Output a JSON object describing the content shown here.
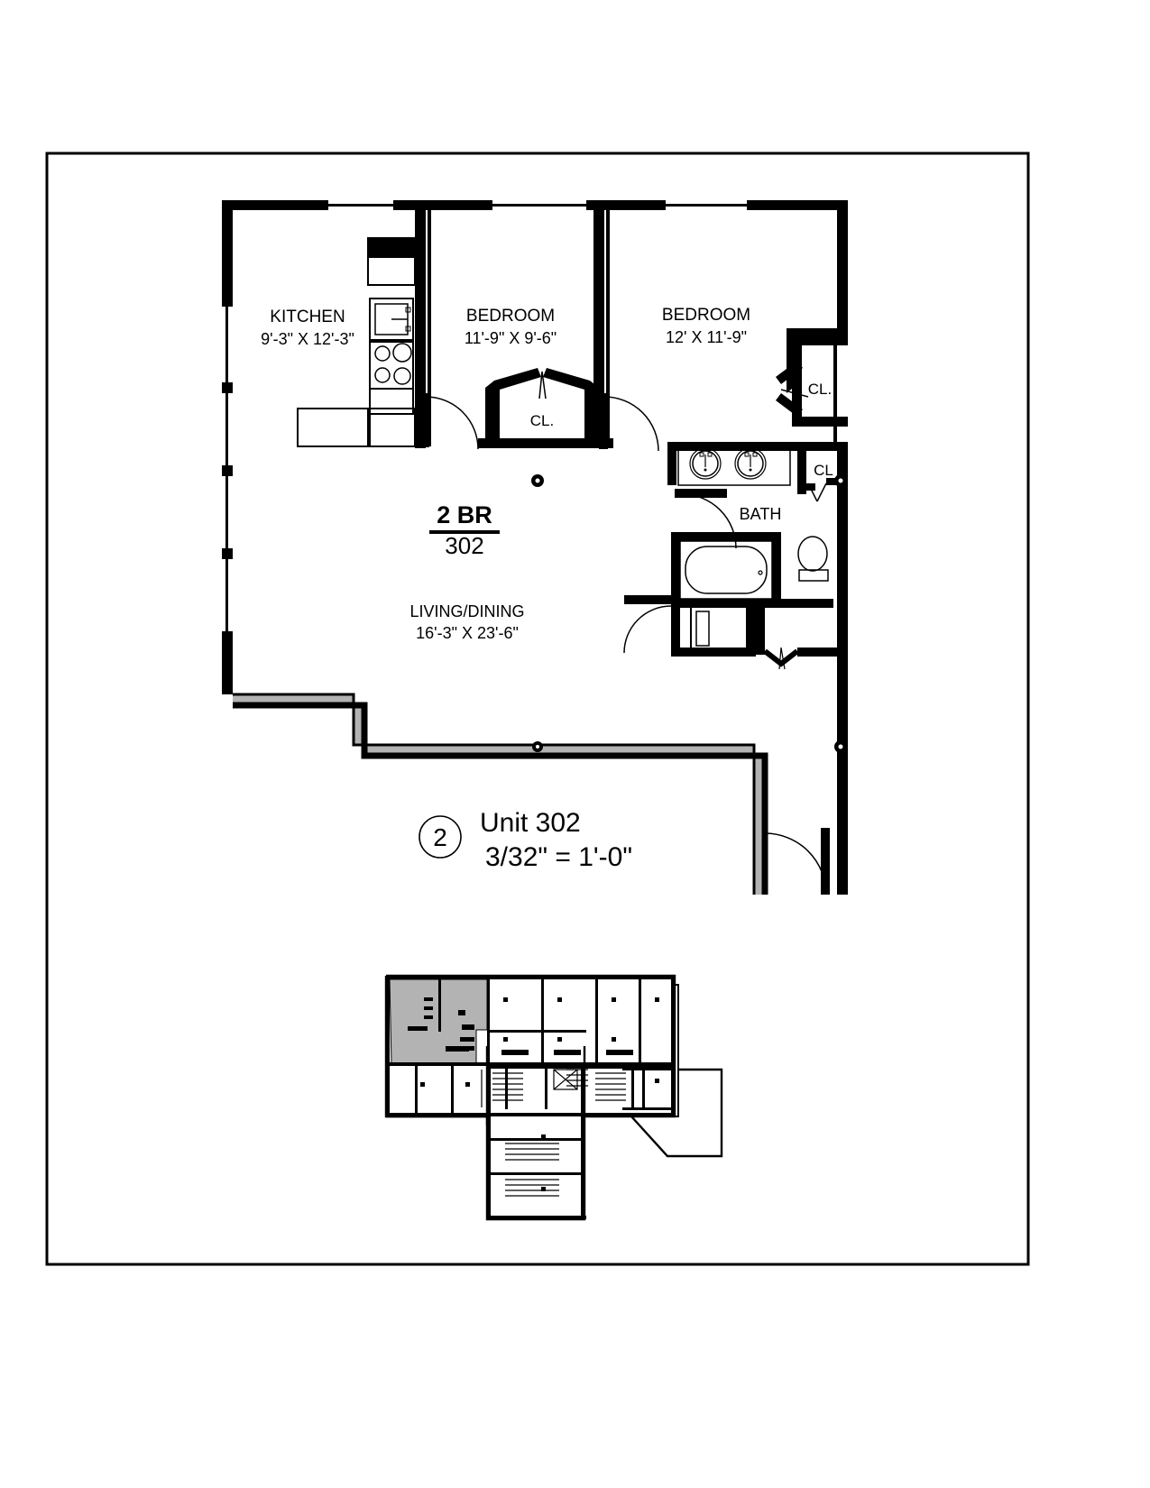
{
  "sheet": {
    "background": "#ffffff",
    "line_color": "#000000",
    "shaded_wall_color": "#b3b3b3"
  },
  "title_block": {
    "detail_number": "2",
    "title": "Unit 302",
    "scale": "3/32\" = 1'-0\""
  },
  "unit_tag": {
    "type": "2 BR",
    "number": "302"
  },
  "rooms": [
    {
      "id": "kitchen",
      "name": "KITCHEN",
      "dimensions": "9'-3\" X 12'-3\""
    },
    {
      "id": "bedroom-left",
      "name": "BEDROOM",
      "dimensions": "11'-9\" X 9'-6\""
    },
    {
      "id": "bedroom-right",
      "name": "BEDROOM",
      "dimensions": "12' X 11'-9\""
    },
    {
      "id": "living-dining",
      "name": "LIVING/DINING",
      "dimensions": "16'-3\" X 23'-6\""
    },
    {
      "id": "bath",
      "name": "BATH",
      "dimensions": ""
    }
  ],
  "closets": [
    {
      "id": "closet-bedroom-left",
      "label": "CL."
    },
    {
      "id": "closet-bedroom-right",
      "label": "CL."
    },
    {
      "id": "closet-hall",
      "label": "CL"
    }
  ],
  "fixtures": [
    "kitchen-sink",
    "kitchen-range",
    "kitchen-refrigerator",
    "kitchen-counter",
    "bath-sink-left",
    "bath-sink-right",
    "bathtub",
    "toilet",
    "linen-cabinet"
  ],
  "key_plan": {
    "name": "building-key-plan",
    "highlight_color": "#b3b3b3",
    "highlight_location": "upper-left"
  }
}
